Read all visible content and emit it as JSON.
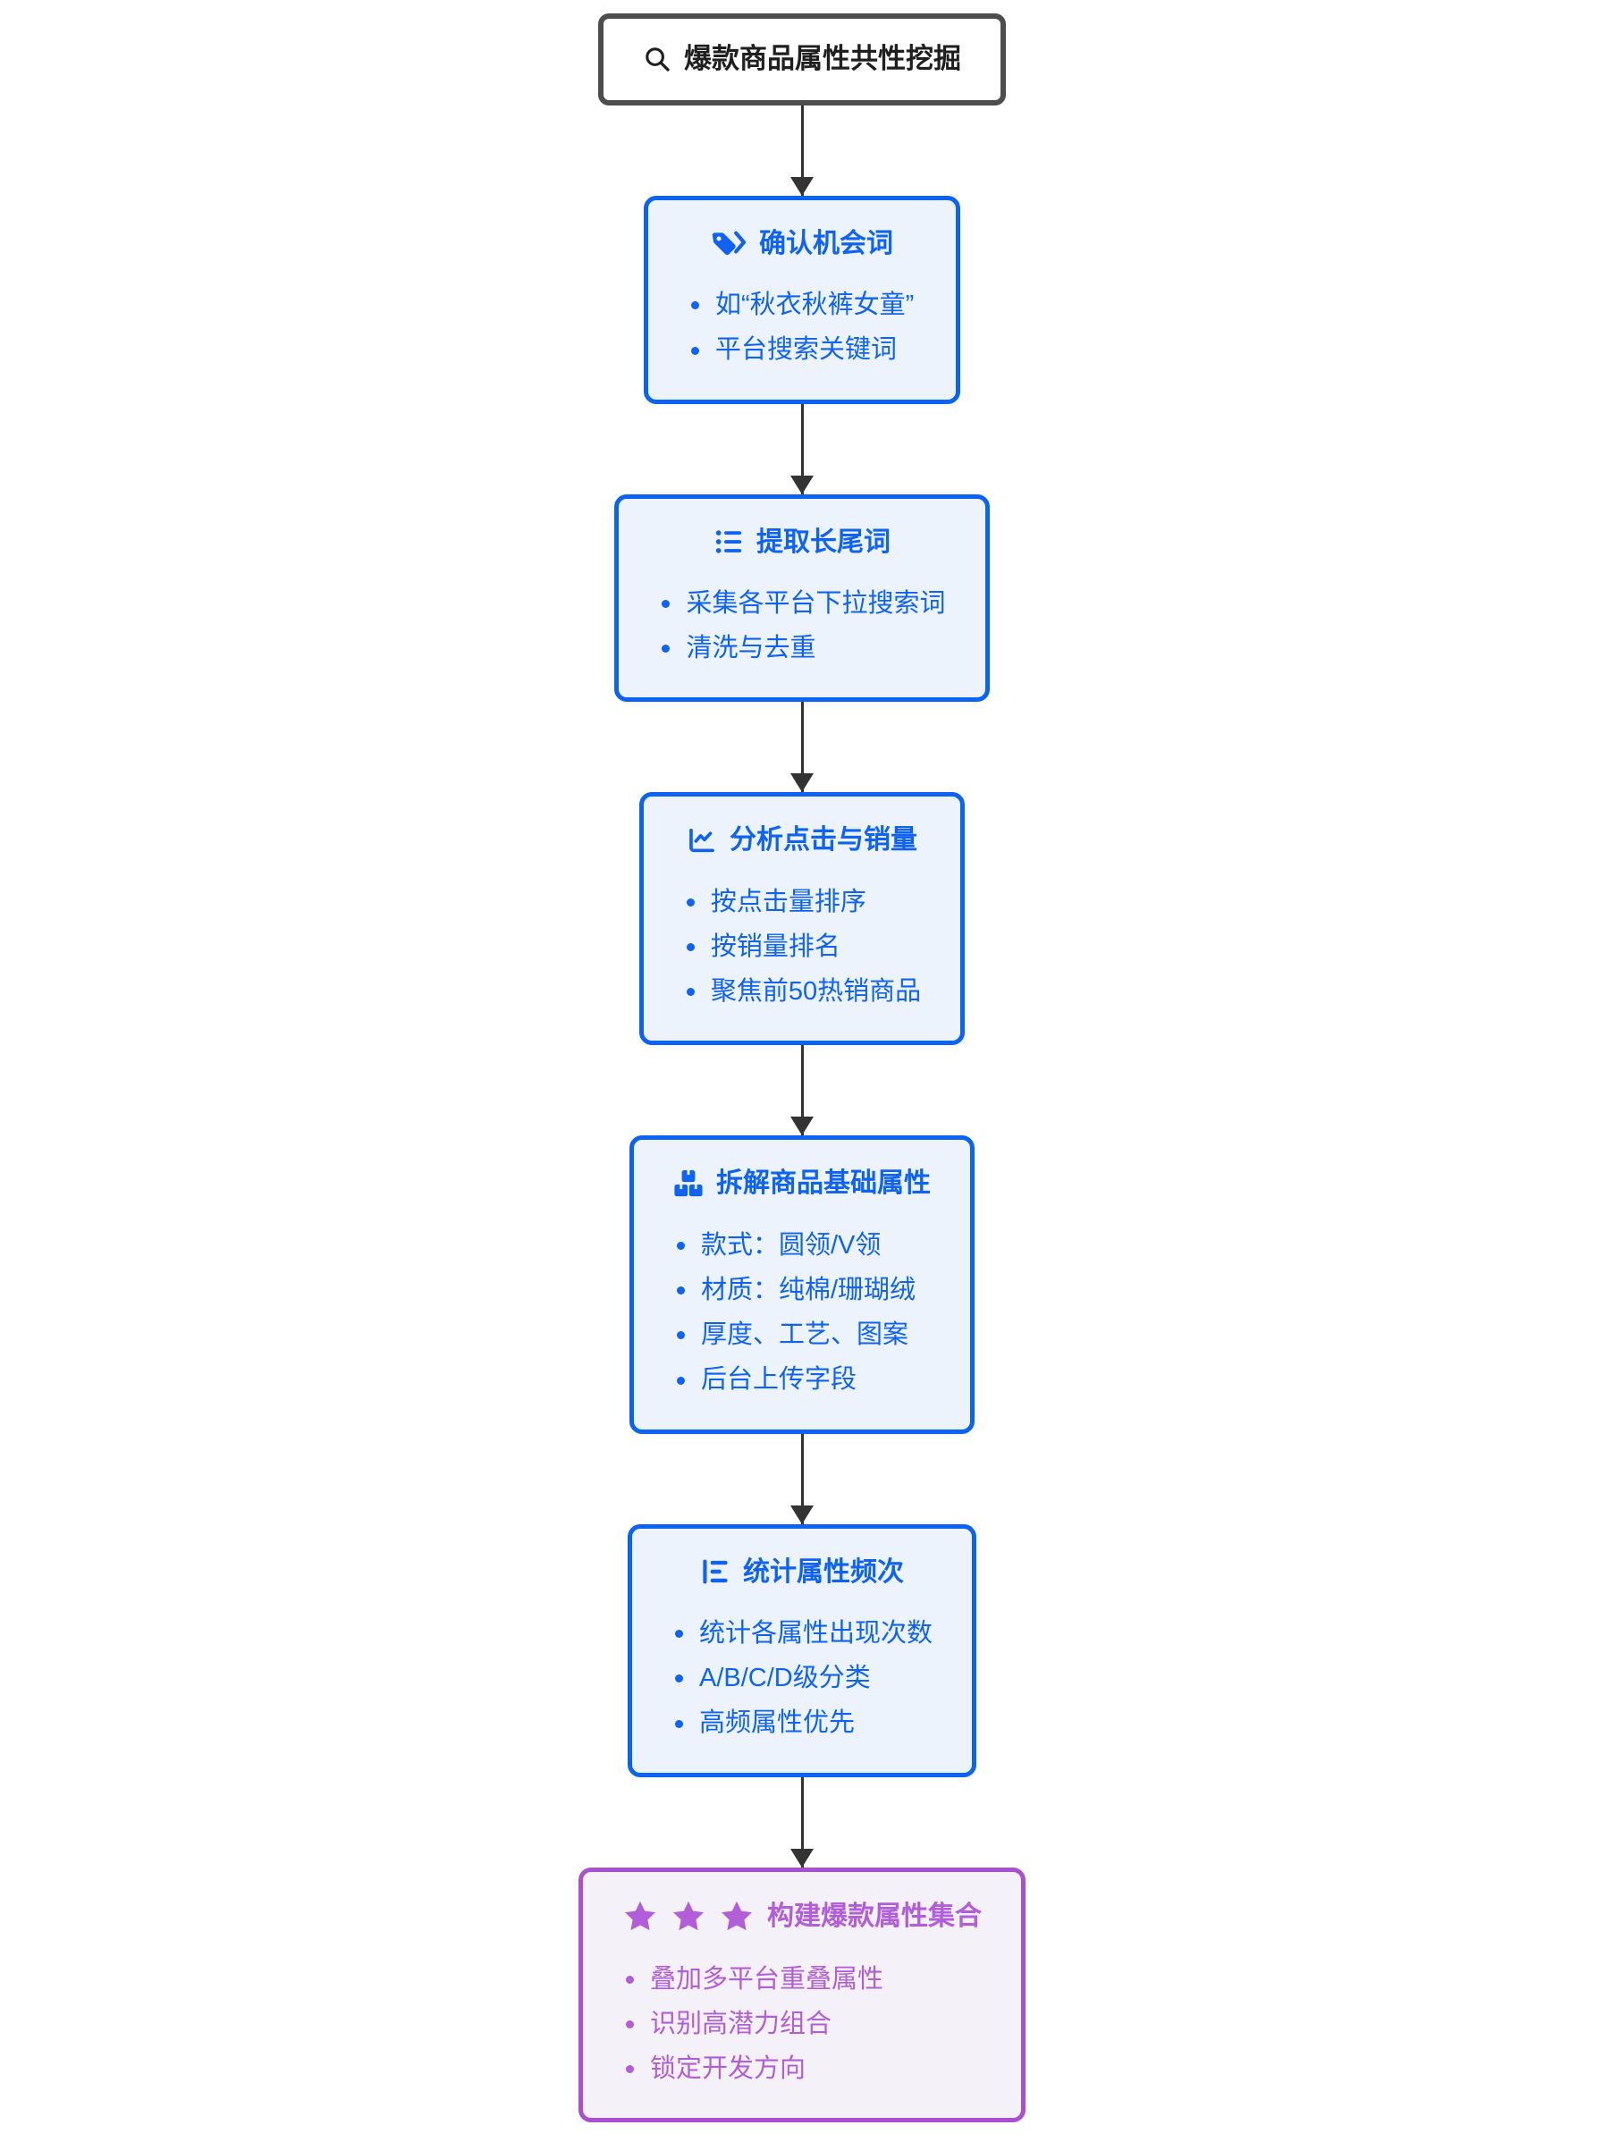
{
  "root_node": {
    "icon": "search-icon",
    "title": "爆款商品属性共性挖掘"
  },
  "steps": [
    {
      "icon": "tags-icon",
      "title": "确认机会词",
      "bullets": [
        "如“秋衣秋裤女童”",
        "平台搜索关键词"
      ]
    },
    {
      "icon": "list-icon",
      "title": "提取长尾词",
      "bullets": [
        "采集各平台下拉搜索词",
        "清洗与去重"
      ]
    },
    {
      "icon": "line-chart-icon",
      "title": "分析点击与销量",
      "bullets": [
        "按点击量排序",
        "按销量排名",
        "聚焦前50热销商品"
      ]
    },
    {
      "icon": "boxes-icon",
      "title": "拆解商品基础属性",
      "bullets": [
        "款式：圆领/V领",
        "材质：纯棉/珊瑚绒",
        "厚度、工艺、图案",
        "后台上传字段"
      ]
    },
    {
      "icon": "bar-rank-icon",
      "title": "统计属性频次",
      "bullets": [
        "统计各属性出现次数",
        "A/B/C/D级分类",
        "高频属性优先"
      ]
    },
    {
      "icon": "stars-icon",
      "title": "构建爆款属性集合",
      "bullets": [
        "叠加多平台重叠属性",
        "识别高潜力组合",
        "锁定开发方向"
      ]
    }
  ],
  "colors": {
    "blue_border": "#0b63f3",
    "blue_bg": "#edf3fd",
    "blue_text": "#0f63f0",
    "purple_border": "#a94fd0",
    "purple_bg": "#f5f1f8",
    "purple_text": "#b15ed8",
    "root_border": "#4d4d4d",
    "root_text": "#1f1f1f",
    "arrow": "#333333"
  }
}
